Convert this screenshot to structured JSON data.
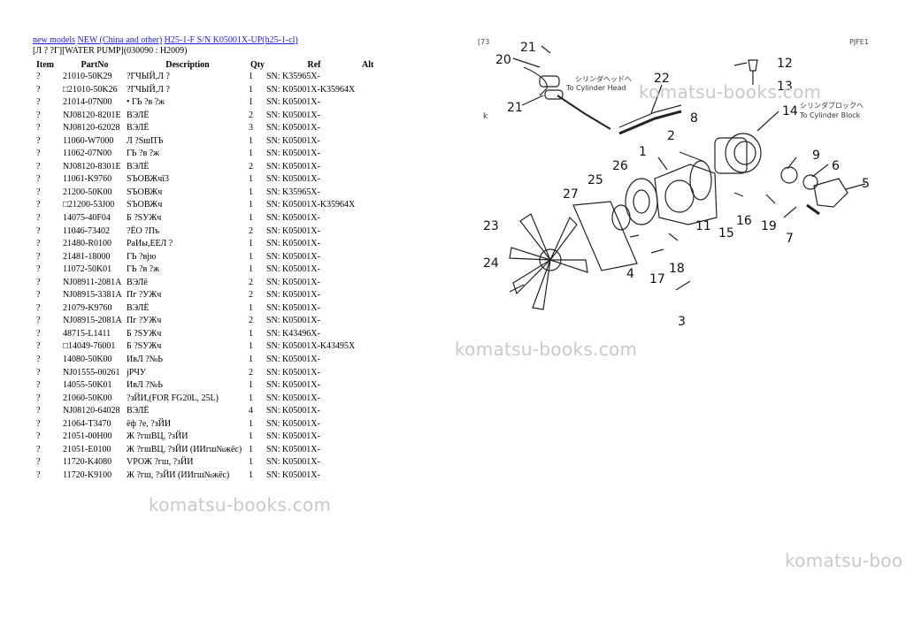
{
  "breadcrumb": {
    "links": [
      "new models",
      "NEW (China and other)",
      "H25-1-F S/N K05001X-UP(h25-1-cl)"
    ]
  },
  "subtitle": "[Л ? ?Г][WATER PUMP](030090 : H2009)",
  "table": {
    "headers": {
      "item": "Item",
      "partno": "PartNo",
      "description": "Description",
      "qty": "Qty",
      "ref": "Ref",
      "alt": "Alt"
    },
    "rows": [
      {
        "item": "?",
        "partno": "21010-50K29",
        "description": "?ГЧЫЙ,Л ?",
        "qty": "1",
        "ref": "SN: K35965X-"
      },
      {
        "item": "?",
        "partno": "□21010-50K26",
        "description": "?ГЧЫЙ,Л ?",
        "qty": "1",
        "ref": "SN: K05001X-K35964X"
      },
      {
        "item": "?",
        "partno": "21014-07N00",
        "description": "• ГЬ ?в ?ж",
        "qty": "1",
        "ref": "SN: K05001X-"
      },
      {
        "item": "?",
        "partno": "NJ08120-8201E",
        "description": "ВЭЛЁ",
        "qty": "2",
        "ref": "SN: K05001X-"
      },
      {
        "item": "?",
        "partno": "NJ08120-62028",
        "description": "ВЭЛЁ",
        "qty": "3",
        "ref": "SN: K05001X-"
      },
      {
        "item": "?",
        "partno": "11060-W7000",
        "description": "Л ?SшПЪ",
        "qty": "1",
        "ref": "SN: K05001X-"
      },
      {
        "item": "?",
        "partno": "11062-07N00",
        "description": "ГЬ ?в ?ж",
        "qty": "1",
        "ref": "SN: K05001X-"
      },
      {
        "item": "?",
        "partno": "NJ08120-8301E",
        "description": "ВЭЛЁ",
        "qty": "2",
        "ref": "SN: K05001X-"
      },
      {
        "item": "?",
        "partno": "11061-K9760",
        "description": "SЪОВЖчї3",
        "qty": "1",
        "ref": "SN: K05001X-"
      },
      {
        "item": "?",
        "partno": "21200-50K00",
        "description": "SЪОВЖч",
        "qty": "1",
        "ref": "SN: K35965X-"
      },
      {
        "item": "?",
        "partno": "□21200-53J00",
        "description": "SЪОВЖч",
        "qty": "1",
        "ref": "SN: K05001X-K35964X"
      },
      {
        "item": "?",
        "partno": "14075-40F04",
        "description": "Б ?SУЖч",
        "qty": "1",
        "ref": "SN: K05001X-"
      },
      {
        "item": "?",
        "partno": "11046-73402",
        "description": "?ЁО ?Пъ",
        "qty": "2",
        "ref": "SN: K05001X-"
      },
      {
        "item": "?",
        "partno": "21480-R0100",
        "description": "РаИы,ЕЕЛ ?",
        "qty": "1",
        "ref": "SN: K05001X-"
      },
      {
        "item": "?",
        "partno": "21481-18000",
        "description": "ГЬ ?вјю",
        "qty": "1",
        "ref": "SN: K05001X-"
      },
      {
        "item": "?",
        "partno": "11072-50K01",
        "description": "ГЬ ?в ?ж",
        "qty": "1",
        "ref": "SN: K05001X-"
      },
      {
        "item": "?",
        "partno": "NJ08911-2081A",
        "description": "ВЭЛё",
        "qty": "2",
        "ref": "SN: K05001X-"
      },
      {
        "item": "?",
        "partno": "NJ08915-3381A",
        "description": "Пг ?УЖч",
        "qty": "2",
        "ref": "SN: K05001X-"
      },
      {
        "item": "?",
        "partno": "21079-K9760",
        "description": "ВЭЛЁ",
        "qty": "1",
        "ref": "SN: K05001X-"
      },
      {
        "item": "?",
        "partno": "NJ08915-2081A",
        "description": "Пг ?УЖч",
        "qty": "2",
        "ref": "SN: K05001X-"
      },
      {
        "item": "?",
        "partno": "48715-L1411",
        "description": "Б ?SУЖч",
        "qty": "1",
        "ref": "SN: K43496X-"
      },
      {
        "item": "?",
        "partno": "□14049-76001",
        "description": "Б ?SУЖч",
        "qty": "1",
        "ref": "SN: K05001X-K43495X"
      },
      {
        "item": "?",
        "partno": "14080-50K00",
        "description": "ИвЛ ?№Ь",
        "qty": "1",
        "ref": "SN: K05001X-"
      },
      {
        "item": "?",
        "partno": "NJ01555-00261",
        "description": "јРЧУ",
        "qty": "2",
        "ref": "SN: K05001X-"
      },
      {
        "item": "?",
        "partno": "14055-50K01",
        "description": "ИвЛ ?№Ь",
        "qty": "1",
        "ref": "SN: K05001X-"
      },
      {
        "item": "?",
        "partno": "21060-50K00",
        "description": "?зЙИ,(FOR FG20L, 25L)",
        "qty": "1",
        "ref": "SN: K05001X-"
      },
      {
        "item": "?",
        "partno": "NJ08120-64028",
        "description": "ВЭЛЁ",
        "qty": "4",
        "ref": "SN: K05001X-"
      },
      {
        "item": "?",
        "partno": "21064-T3470",
        "description": "ёф ?е, ?зЙИ",
        "qty": "1",
        "ref": "SN: K05001X-"
      },
      {
        "item": "?",
        "partno": "21051-00H00",
        "description": "Ж ?гшВЦ, ?зЙИ",
        "qty": "1",
        "ref": "SN: K05001X-"
      },
      {
        "item": "?",
        "partno": "21051-E0100",
        "description": "Ж ?гшВЦ, ?зЙИ (ИИгш№жёс)",
        "qty": "1",
        "ref": "SN: K05001X-"
      },
      {
        "item": "?",
        "partno": "11720-K4080",
        "description": "VРОЖ ?гш, ?зЙИ",
        "qty": "1",
        "ref": "SN: K05001X-"
      },
      {
        "item": "?",
        "partno": "11720-K9100",
        "description": "Ж ?гш, ?зЙИ (ИИгш№жёс)",
        "qty": "1",
        "ref": "SN: K05001X-"
      }
    ]
  },
  "diagram": {
    "corner_left": "[73",
    "corner_right": "PJFE1",
    "callouts": [
      "21",
      "20",
      "21",
      "22",
      "12",
      "13",
      "14",
      "8",
      "2",
      "1",
      "26",
      "25",
      "27",
      "9",
      "6",
      "5",
      "23",
      "11",
      "15",
      "16",
      "19",
      "7",
      "24",
      "4",
      "17",
      "18",
      "3"
    ],
    "notes": {
      "cyl_head_jp": "シリンダヘッドへ",
      "cyl_head_en": "To Cylinder Head",
      "cyl_block_jp": "シリンダブロックへ",
      "cyl_block_en": "To Cylinder Block",
      "k_mark": "k"
    }
  },
  "watermarks": [
    "komatsu-books.com",
    "komatsu-books.com",
    "komatsu-books.com",
    "komatsu-boo"
  ]
}
